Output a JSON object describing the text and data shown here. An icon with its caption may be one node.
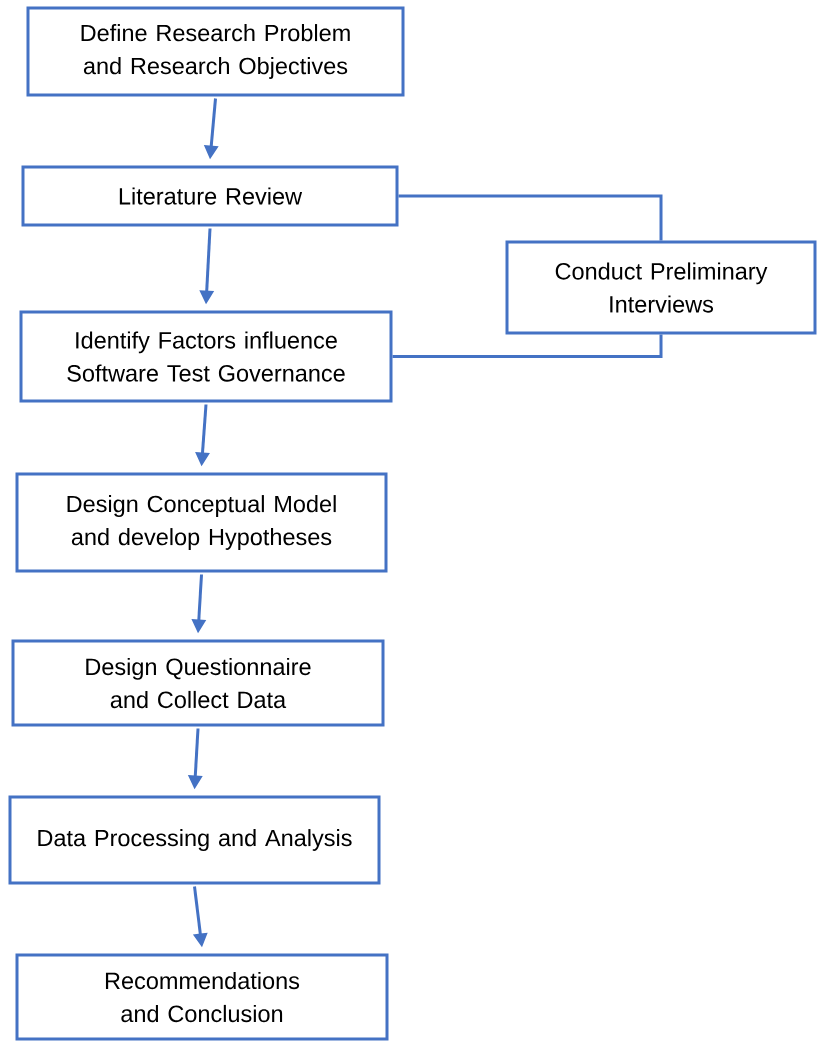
{
  "diagram": {
    "nodes": [
      {
        "text": [
          "Define Research Problem and Research Objectives"
        ]
      },
      {
        "text": [
          "Literature Review"
        ]
      },
      {
        "text": [
          "Conduct Preliminary Interviews"
        ]
      },
      {
        "text": [
          "Identify Factors influence Software Test Governance"
        ]
      },
      {
        "text": [
          "Design Conceptual Model and develop Hypotheses"
        ]
      },
      {
        "text": [
          "Design Questionnaire and Collect Data"
        ]
      },
      {
        "text": [
          "Data Processing and Analysis"
        ]
      },
      {
        "text": [
          "Recommendations and Conclusion"
        ]
      }
    ],
    "edges": [
      {
        "from": 0,
        "to": 1,
        "arrow": "to"
      },
      {
        "from": 1,
        "to": 3,
        "arrow": "to"
      },
      {
        "from": 1,
        "to": 2,
        "arrow": "none"
      },
      {
        "from": 2,
        "to": 3,
        "arrow": "none"
      },
      {
        "from": 3,
        "to": 4,
        "arrow": "to"
      },
      {
        "from": 4,
        "to": 5,
        "arrow": "to"
      },
      {
        "from": 5,
        "to": 6,
        "arrow": "to"
      },
      {
        "from": 6,
        "to": 7,
        "arrow": "to"
      }
    ]
  }
}
